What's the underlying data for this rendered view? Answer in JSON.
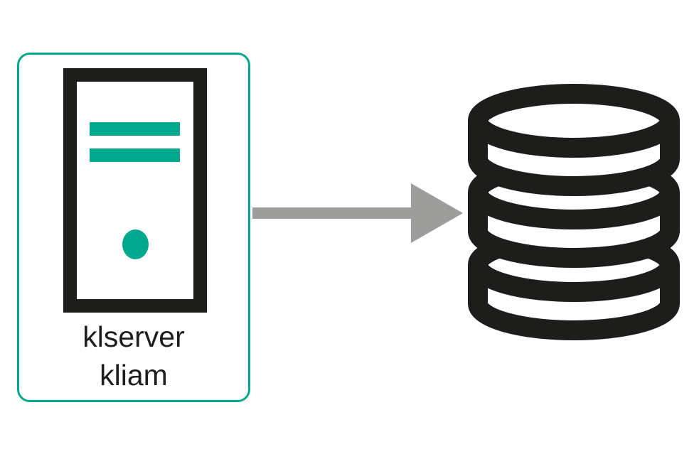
{
  "colors": {
    "teal": "#00a88e",
    "ink": "#1d1d1b",
    "arrow_gray": "#9d9d9c",
    "background": "#ffffff"
  },
  "diagram": {
    "server_node": {
      "icon": "server-tower-icon",
      "label_line1": "klserver",
      "label_line2": "kliam"
    },
    "connector": {
      "icon": "arrow-right-icon",
      "direction": "right"
    },
    "database_node": {
      "icon": "database-icon"
    }
  }
}
